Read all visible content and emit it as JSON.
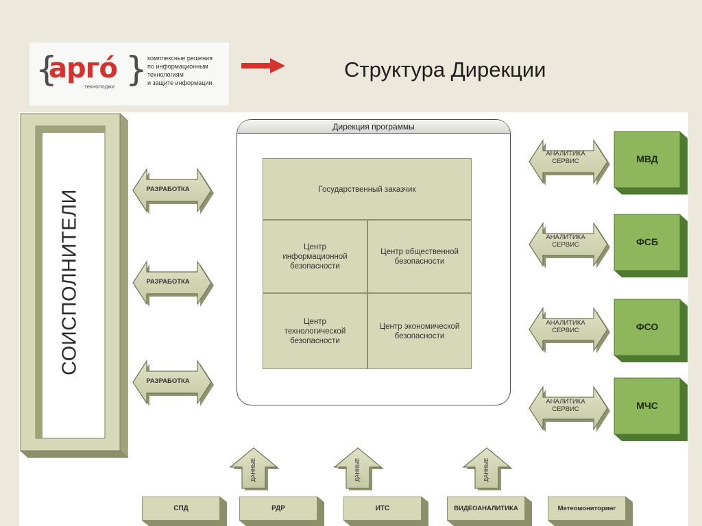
{
  "header": {
    "logo_word": "арго́",
    "logo_sub": "технолоджи",
    "tagline": [
      "комплексные решения",
      "по информационным",
      "технологиям",
      "и защите информации"
    ],
    "title": "Структура Дирекции"
  },
  "left_column": {
    "label": "СОИСПОЛНИТЕЛИ"
  },
  "left_arrows": [
    "РАЗРАБОТКА",
    "РАЗРАБОТКА",
    "РАЗРАБОТКА"
  ],
  "program": {
    "title": "Дирекция программы",
    "top_cell": "Государственный заказчик",
    "cells": [
      [
        "Центр",
        "информационной",
        "безопасности"
      ],
      [
        "Центр общественной",
        "безопасности"
      ],
      [
        "Центр",
        "технологической",
        "безопасности"
      ],
      [
        "Центр экономической",
        "безопасности"
      ]
    ]
  },
  "right_arrows": [
    [
      "АНАЛИТИКА",
      "СЕРВИС"
    ],
    [
      "АНАЛИТИКА",
      "СЕРВИС"
    ],
    [
      "АНАЛИТИКА",
      "СЕРВИС"
    ],
    [
      "АНАЛИТИКА",
      "СЕРВИС"
    ]
  ],
  "agencies": [
    "МВД",
    "ФСБ",
    "ФСО",
    "МЧС"
  ],
  "data_arrows": [
    "ДАННЫЕ",
    "ДАННЫЕ",
    "ДАННЫЕ"
  ],
  "bottom_boxes": [
    "СПД",
    "РДР",
    "ИТС",
    "ВИДЕОАНАЛИТИКА",
    "Метеомониторинг"
  ],
  "colors": {
    "cell_fill": "#d6d9b8",
    "agency_fill": "#8db75a",
    "arrow_red": "#d9302b",
    "canvas": "#ffffff",
    "slide_bg": "#ece8dc"
  }
}
